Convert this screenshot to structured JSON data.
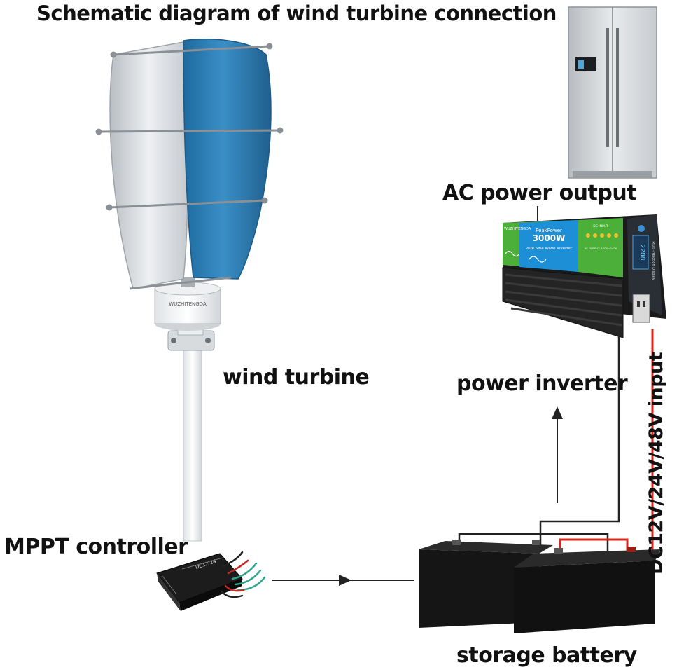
{
  "title": "Schematic diagram of wind turbine connection",
  "labels": {
    "wind_turbine": "wind turbine",
    "mppt_controller": "MPPT controller",
    "power_inverter": "power inverter",
    "ac_power_output": "AC power output",
    "storage_battery": "storage battery",
    "dc_input": "DC12V/24V/48V input"
  },
  "turbine": {
    "brand_mark": "WUZHITENGDA"
  },
  "inverter_panel": {
    "brand": "WUZHITENGDA",
    "peak_label": "PeakPower",
    "power_rating": "3000W",
    "wave_type": "Pure Sine Wave Inverter",
    "display_value": "2288",
    "side_text": "Multi-Function Display",
    "dc_input_tag": "DC INPUT",
    "ac_output_tag": "AC OUTPUT: 100V~240V"
  },
  "controller": {
    "model": "DC12/24"
  },
  "colors": {
    "blade_blue": "#2f7fb5",
    "blade_silver": "#d9dde1",
    "inverter_blue": "#1d8fd6",
    "inverter_green": "#4caf3a",
    "battery_black": "#141414",
    "wire_black": "#222222",
    "wire_red": "#d4281e"
  }
}
